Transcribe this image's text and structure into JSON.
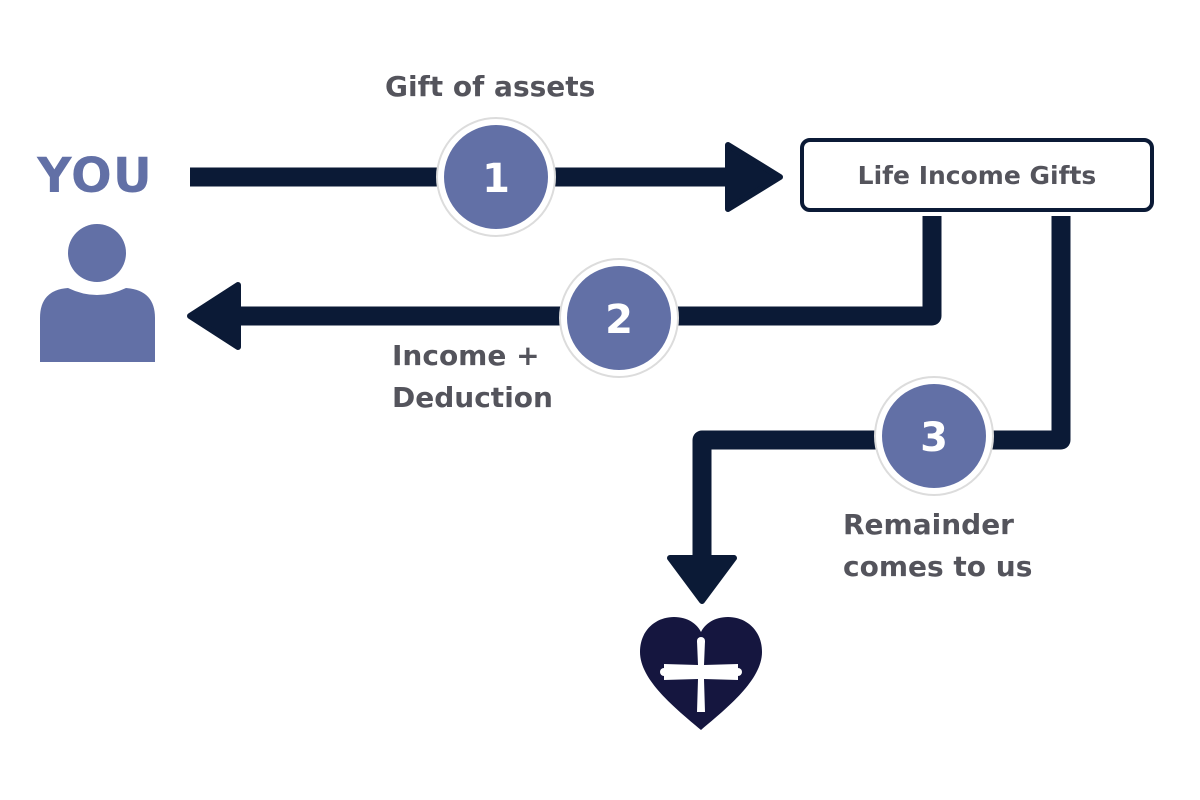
{
  "nodes": {
    "you": "YOU",
    "life_income": "Life Income Gifts"
  },
  "steps": [
    {
      "number": "1",
      "label": "Gift of assets"
    },
    {
      "number": "2",
      "label_lines": [
        "Income +",
        "Deduction"
      ]
    },
    {
      "number": "3",
      "label_lines": [
        "Remainder",
        "comes to us"
      ]
    }
  ],
  "icons": {
    "person": "person-icon",
    "heart_cross": "heart-cross-logo"
  },
  "colors": {
    "arrow": "#0b1a36",
    "accent": "#6270a6",
    "text": "#54545c",
    "heart": "#15163f"
  }
}
